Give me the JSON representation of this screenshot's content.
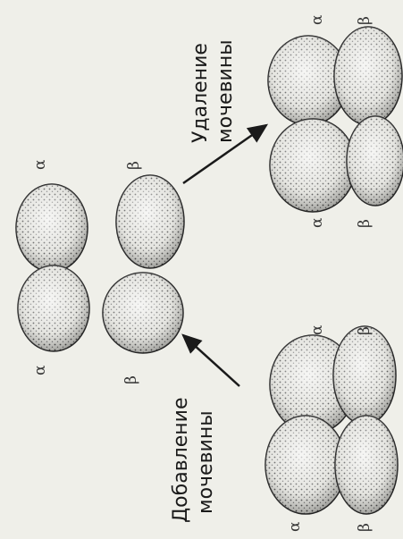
{
  "labels": {
    "add_line1": "Добавление",
    "add_line2": "мочевины",
    "remove_line1": "Удаление",
    "remove_line2": "мочевины",
    "alpha": "α",
    "beta": "β"
  },
  "colors": {
    "background": "#efefe9",
    "subunit_fill": "#d9d9d4",
    "stipple": "#2a2a2a",
    "outline": "#1f1f1f"
  },
  "icons": [
    "arrow-icon"
  ]
}
